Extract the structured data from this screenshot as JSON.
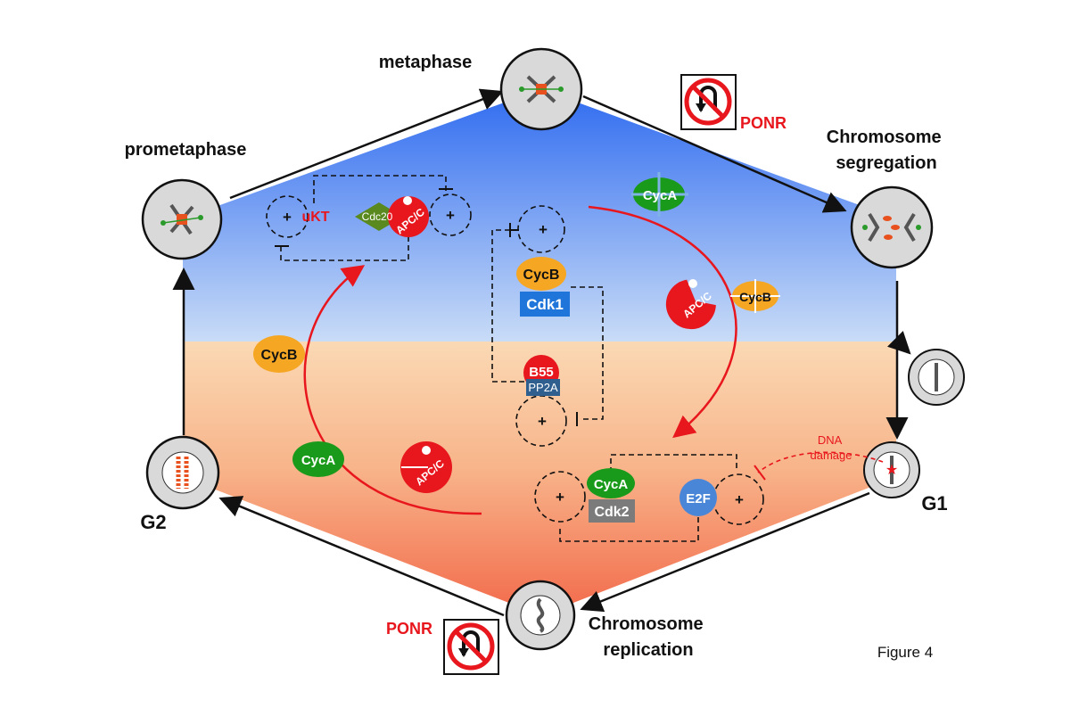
{
  "phases": {
    "metaphase": "metaphase",
    "prometaphase": "prometaphase",
    "segregation": "Chromosome\nsegregation",
    "g1": "G1",
    "g2": "G2",
    "replication": "Chromosome\nreplication"
  },
  "ponr": {
    "top": "PONR",
    "bottom": "PONR"
  },
  "figure_label": "Figure 4",
  "molecules": {
    "ukt": "uKT",
    "cdc20": "Cdc20",
    "apcc": "APC/C",
    "plus": "+",
    "cycb": "CycB",
    "cdk1": "Cdk1",
    "b55": "B55",
    "pp2a": "PP2A",
    "cyca": "CycA",
    "cdk2": "Cdk2",
    "e2f": "E2F",
    "dna_damage": "DNA\ndamage"
  },
  "colors": {
    "top_blue": "#2f6bf0",
    "mid_blue": "#c9dcf7",
    "mid_peach": "#fad9b4",
    "bottom_red": "#f26a4b",
    "red": "#e8161d",
    "orange": "#f5a623",
    "green": "#1a9a1a",
    "cdk1_blue": "#1f75d9",
    "e2f_blue": "#4a86d8",
    "pp2a_blue": "#2f5f8f",
    "cdc20_green": "#5a8a1f",
    "cdk2_gray": "#7b7b7b"
  }
}
